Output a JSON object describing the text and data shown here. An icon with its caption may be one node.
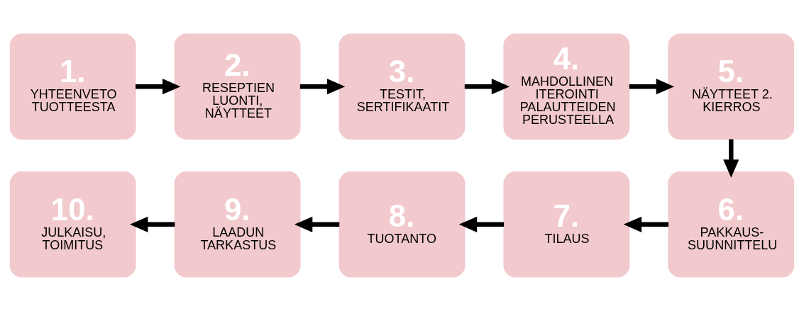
{
  "diagram": {
    "nodes": [
      {
        "text": [
          "1.",
          "YHTEENVETO TUOTTEESTA"
        ]
      },
      {
        "text": [
          "2.",
          "RESEPTIEN LUONTI, NÄYTTEET"
        ]
      },
      {
        "text": [
          "3.",
          "TESTIT, SERTIFIKAATIT"
        ]
      },
      {
        "text": [
          "4.",
          "MAHDOLLINEN ITEROINTI PALAUTTEIDEN PERUSTEELLA"
        ]
      },
      {
        "text": [
          "5.",
          "NÄYTTEET 2. KIERROS"
        ]
      },
      {
        "text": [
          "6.",
          "PAKKAUS-SUUNNITTELU"
        ]
      },
      {
        "text": [
          "7.",
          "TILAUS"
        ]
      },
      {
        "text": [
          "8.",
          "TUOTANTO"
        ]
      },
      {
        "text": [
          "9.",
          "LAADUN TARKASTUS"
        ]
      },
      {
        "text": [
          "10.",
          "JULKAISU, TOIMITUS"
        ]
      }
    ],
    "edges": [
      {
        "from": 0,
        "to": 1,
        "arrow": "to"
      },
      {
        "from": 1,
        "to": 2,
        "arrow": "to"
      },
      {
        "from": 2,
        "to": 3,
        "arrow": "to"
      },
      {
        "from": 3,
        "to": 4,
        "arrow": "to"
      },
      {
        "from": 4,
        "to": 5,
        "arrow": "to"
      },
      {
        "from": 5,
        "to": 6,
        "arrow": "to"
      },
      {
        "from": 6,
        "to": 7,
        "arrow": "to"
      },
      {
        "from": 7,
        "to": 8,
        "arrow": "to"
      },
      {
        "from": 8,
        "to": 9,
        "arrow": "to"
      }
    ]
  }
}
